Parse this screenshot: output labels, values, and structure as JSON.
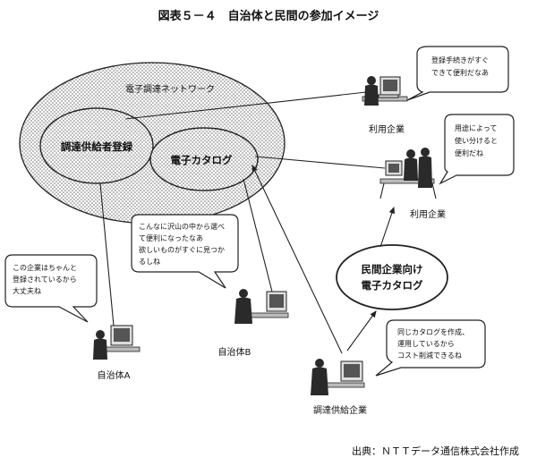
{
  "title": "図表５－４　自治体と民間の参加イメージ",
  "network": {
    "label": "電子調達ネットワーク",
    "registry": "調達供給者登録",
    "catalog": "電子カタログ"
  },
  "private_catalog": [
    "民間企業向け",
    "電子カタログ"
  ],
  "actors": {
    "user_top": "利用企業",
    "user_mid": "利用企業",
    "municipality_a": "自治体A",
    "municipality_b": "自治体B",
    "supplier": "調達供給企業"
  },
  "bubbles": {
    "user_top": [
      "登録手続きがすぐ",
      "できて便利だなあ"
    ],
    "user_mid": [
      "用途によって",
      "使い分けると",
      "便利だね"
    ],
    "municipality_b": [
      "こんなに沢山の中から選べ",
      "て便利になったなあ",
      "欲しいものがすぐに見つか",
      "るしね"
    ],
    "municipality_a": [
      "この企業はちゃんと",
      "登録されているから",
      "大丈夫ね"
    ],
    "supplier": [
      "同じカタログを作成、",
      "運用しているから",
      "コスト削減できるね"
    ]
  },
  "source": "出典：ＮＴＴデータ通信株式会社作成"
}
